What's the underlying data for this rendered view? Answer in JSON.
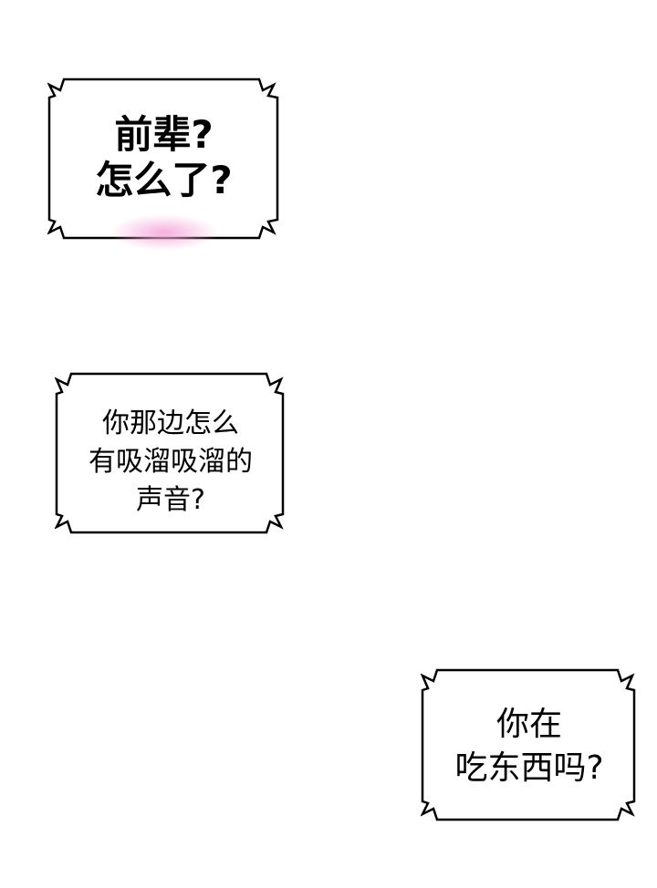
{
  "panel": {
    "background": "#ffffff",
    "bubbles": [
      {
        "lines": [
          "前辈?",
          "怎么了?"
        ]
      },
      {
        "lines": [
          "你那边怎么",
          "有吸溜吸溜的",
          "声音?"
        ]
      },
      {
        "lines": [
          "你在",
          "吃东西吗?"
        ]
      }
    ],
    "accent_glow": "#f5a6d8",
    "outline_color": "#000000"
  }
}
